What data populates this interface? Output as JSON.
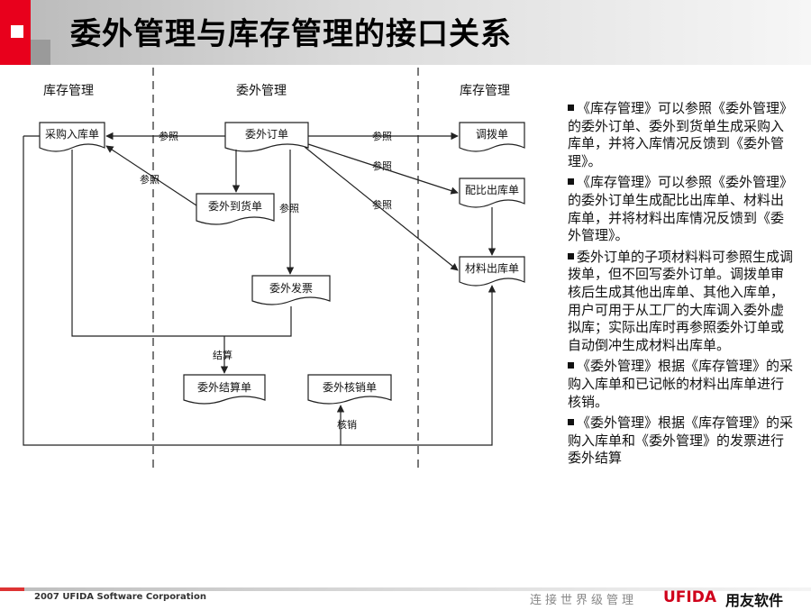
{
  "title": "委外管理与库存管理的接口关系",
  "diagram": {
    "lanes": {
      "left": "库存管理",
      "middle": "委外管理",
      "right": "库存管理"
    },
    "nodes": {
      "purchase_receipt": "采购入库单",
      "outsource_order": "委外订单",
      "transfer": "调拨单",
      "outsource_arrival": "委外到货单",
      "kit_issue": "配比出库单",
      "material_issue": "材料出库单",
      "outsource_invoice": "委外发票",
      "outsource_settlement": "委外结算单",
      "outsource_writeoff": "委外核销单"
    },
    "edge_labels": {
      "ref_purchase": "参照",
      "ref_transfer": "参照",
      "ref_arrival": "参照",
      "ref_kit": "参照",
      "ref_material": "参照",
      "ref_invoice": "参照",
      "settle": "结算",
      "writeoff": "核销"
    }
  },
  "notes": [
    "《库存管理》可以参照《委外管理》的委外订单、委外到货单生成采购入库单，并将入库情况反馈到《委外管理》。",
    "《库存管理》可以参照《委外管理》的委外订单生成配比出库单、材料出库单，并将材料出库情况反馈到《委外管理》。",
    "委外订单的子项材料料可参照生成调拨单，但不回写委外订单。调拨单审核后生成其他出库单、其他入库单，用户可用于从工厂的大库调入委外虚拟库；实际出库时再参照委外订单或自动倒冲生成材料出库单。",
    "《委外管理》根据《库存管理》的采购入库单和已记帐的材料出库单进行核销。",
    "《委外管理》根据《库存管理》的采购入库单和《委外管理》的发票进行委外结算"
  ],
  "footer": {
    "copyright": "2007 UFIDA Software Corporation",
    "slogan": "连接世界级管理",
    "logo_en": "UFIDA",
    "logo_cn": "用友软件"
  }
}
